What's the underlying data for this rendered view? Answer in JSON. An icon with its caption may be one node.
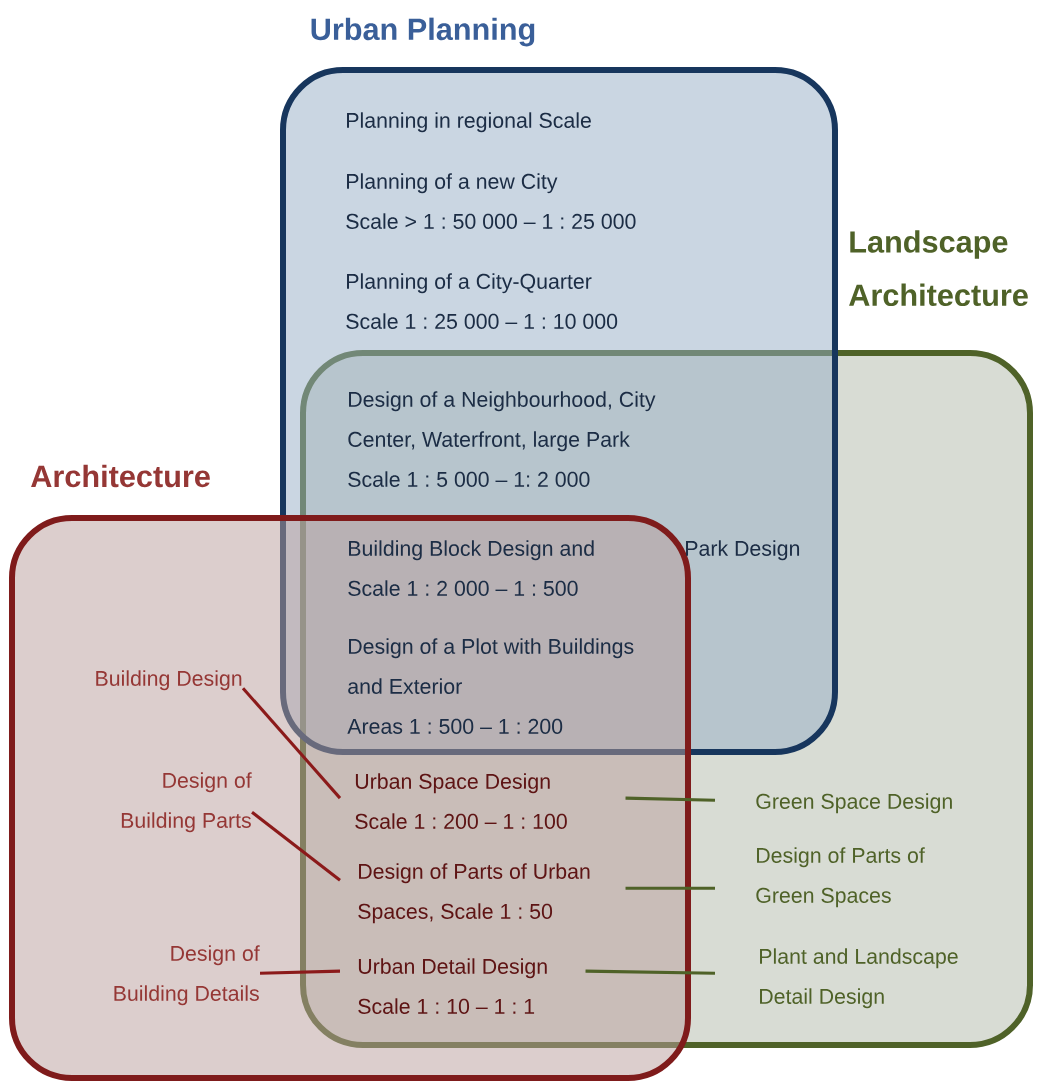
{
  "diagram": {
    "nodes": [
      {
        "text": [
          "Urban Planning"
        ]
      },
      {
        "text": [
          "Landscape Architecture"
        ]
      },
      {
        "text": [
          "Architecture"
        ]
      },
      {
        "text": [
          "Building Design"
        ],
        "in": 2
      },
      {
        "text": [
          "Design of Building Parts"
        ],
        "in": 2
      },
      {
        "text": [
          "Design of Building Details"
        ],
        "in": 2
      },
      {
        "text": [
          "Urban Space Design Scale 1 : 200 – 1 : 100"
        ]
      },
      {
        "text": [
          "Design of Parts of Urban Spaces, Scale 1 : 50"
        ]
      },
      {
        "text": [
          "Urban Detail Design Scale 1 : 10 – 1 : 1"
        ]
      },
      {
        "text": [
          "Green Space Design"
        ],
        "in": 1
      },
      {
        "text": [
          "Design of Parts of Green Spaces"
        ],
        "in": 1
      },
      {
        "text": [
          "Plant and Landscape Detail Design"
        ],
        "in": 1
      }
    ],
    "edges": [
      {
        "from": 3,
        "to": 6,
        "arrow": "none"
      },
      {
        "from": 4,
        "to": 7,
        "arrow": "none"
      },
      {
        "from": 5,
        "to": 8,
        "arrow": "none"
      },
      {
        "from": 6,
        "to": 9,
        "arrow": "none",
        "color": "#4f6228"
      },
      {
        "from": 7,
        "to": 10,
        "arrow": "none",
        "color": "#4f6228"
      },
      {
        "from": 8,
        "to": 11,
        "arrow": "none",
        "color": "#4f6228"
      }
    ],
    "labels": [
      "Planning in regional Scale",
      "Planning of a new City Scale > 1 : 50 000 – 1 : 25 000",
      "Planning of a City-Quarter Scale 1 : 25 000 – 1 : 10 000",
      "Design of a Neighbourhood, City Center, Waterfront, large Park Scale 1 : 5 000 – 1: 2 000",
      "Building Block Design and Scale 1 : 2 000 – 1 : 500",
      "Park Design",
      "Design of a Plot with Buildings and Exterior Areas 1 : 500 – 1 : 200"
    ]
  }
}
